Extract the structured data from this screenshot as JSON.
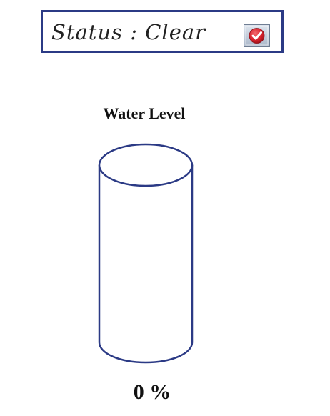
{
  "status": {
    "label": "Status : Clear",
    "icon": "check-icon",
    "icon_color": "#d9232e",
    "border_color": "#2b3a85"
  },
  "gauge": {
    "title": "Water Level",
    "level_percent": 0,
    "value_text": "0 %",
    "outline_color": "#2b3a85"
  }
}
